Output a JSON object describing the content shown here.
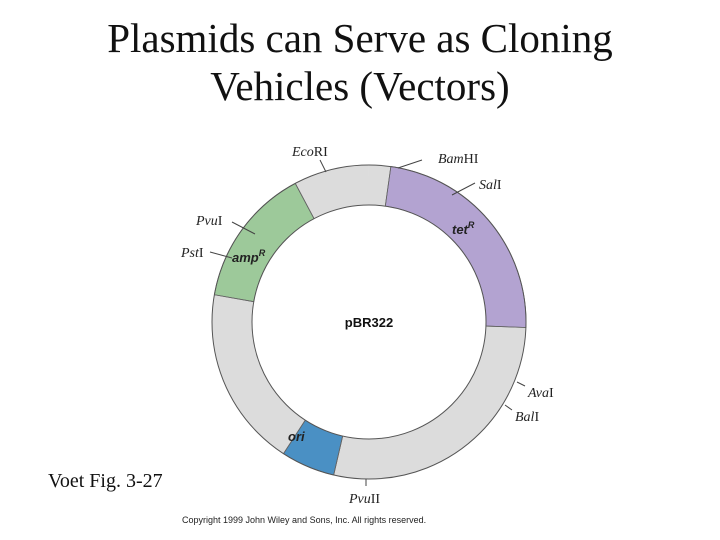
{
  "slide": {
    "title_line1": "Plasmids can Serve as Cloning",
    "title_line2": "Vehicles (Vectors)",
    "caption": "Voet Fig. 3-27",
    "copyright": "Copyright 1999 John Wiley and Sons, Inc. All rights reserved."
  },
  "plasmid": {
    "name": "pBR322",
    "ring_color": "#dcdcdc",
    "ring_stroke": "#555555",
    "genes": [
      {
        "id": "tet",
        "label": "tet",
        "sup": "R",
        "color": "#b3a3d1"
      },
      {
        "id": "amp",
        "label": "amp",
        "sup": "R",
        "color": "#9dc99a"
      },
      {
        "id": "ori",
        "label": "ori",
        "sup": "",
        "color": "#4a90c4"
      }
    ],
    "sites": [
      {
        "id": "ecori",
        "italic": "Eco",
        "roman": "RI"
      },
      {
        "id": "bamhi",
        "italic": "Bam",
        "roman": "HI"
      },
      {
        "id": "sali",
        "italic": "Sal",
        "roman": "I"
      },
      {
        "id": "pvui",
        "italic": "Pvu",
        "roman": "I"
      },
      {
        "id": "psti",
        "italic": "Pst",
        "roman": "I"
      },
      {
        "id": "avai",
        "italic": "Ava",
        "roman": "I"
      },
      {
        "id": "bali",
        "italic": "Bal",
        "roman": "I"
      },
      {
        "id": "pvuii",
        "italic": "Pvu",
        "roman": "II"
      }
    ]
  }
}
